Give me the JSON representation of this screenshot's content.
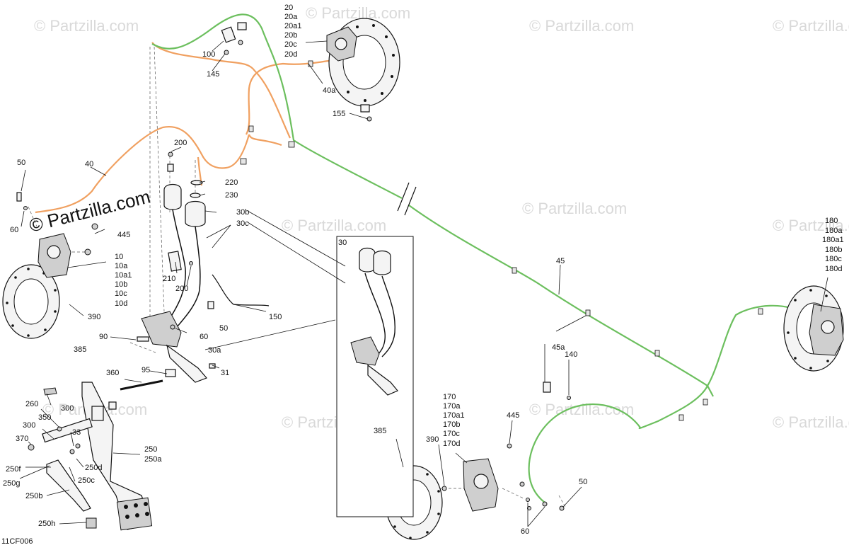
{
  "diagram_code": "11CF006",
  "watermarks": {
    "text": "© Partzilla.com",
    "prominent": "© Partzilla.com"
  },
  "inset_label": "30",
  "colors": {
    "front_line": "#f0a060",
    "rear_line": "#6cbf5e",
    "outline": "#111111",
    "watermark": "#d9d9d9"
  },
  "callouts": {
    "c20": "20",
    "c20a": "20a",
    "c20a1": "20a1",
    "c20b": "20b",
    "c20c": "20c",
    "c20d": "20d",
    "c100": "100",
    "c145": "145",
    "c40a": "40a",
    "c155": "155",
    "c200a": "200",
    "c220": "220",
    "c230": "230",
    "c40": "40",
    "c50a": "50",
    "c60a": "60",
    "c445a": "445",
    "c10": "10",
    "c10a": "10a",
    "c10a1": "10a1",
    "c10b": "10b",
    "c10c": "10c",
    "c10d": "10d",
    "c30b": "30b",
    "c30c": "30c",
    "c210": "210",
    "c200b": "200",
    "c390a": "390",
    "c385a": "385",
    "c150": "150",
    "c50b": "50",
    "c60b": "60",
    "c90": "90",
    "c30a": "30a",
    "c95": "95",
    "c31": "31",
    "c360": "360",
    "c260": "260",
    "c300a": "300",
    "c300b": "300",
    "c350": "350",
    "c33": "33",
    "c370": "370",
    "c250": "250",
    "c250a": "250a",
    "c250d": "250d",
    "c250f": "250f",
    "c250c": "250c",
    "c250g": "250g",
    "c250b": "250b",
    "c250h": "250h",
    "c45": "45",
    "c45a": "45a",
    "c140": "140",
    "c180": "180",
    "c180a": "180a",
    "c180a1": "180a1",
    "c180b": "180b",
    "c180c": "180c",
    "c180d": "180d",
    "c170": "170",
    "c170a": "170a",
    "c170a1": "170a1",
    "c170b": "170b",
    "c170c": "170c",
    "c170d": "170d",
    "c445b": "445",
    "c385b": "385",
    "c390b": "390",
    "c50c": "50",
    "c60c": "60"
  }
}
